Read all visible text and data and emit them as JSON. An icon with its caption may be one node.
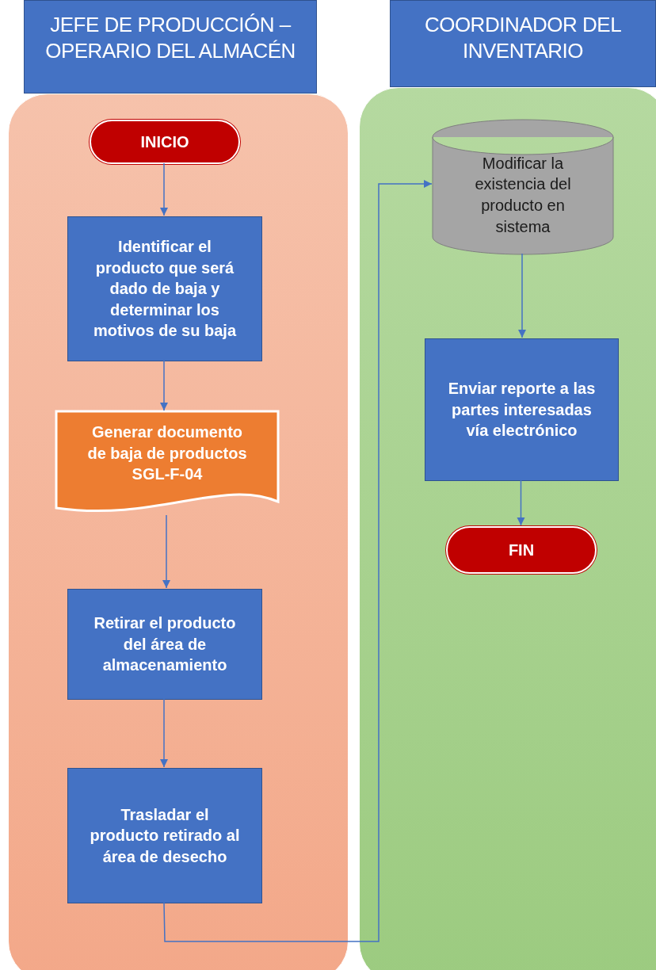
{
  "diagram": {
    "nodes": [
      {
        "text": [
          "JEFE DE PRODUCCIÓN – OPERARIO DEL ALMACÉN"
        ]
      },
      {
        "text": [],
        "shape": "box"
      },
      {
        "text": [
          "INICIO"
        ],
        "in": 1
      },
      {
        "text": [
          "Identificar el producto que será dado de baja y determinar los motivos de su baja"
        ],
        "in": 1
      },
      {
        "text": [
          "Generar documento de baja de productos SGL-F-04"
        ],
        "in": 1
      },
      {
        "text": [
          "Retirar el producto del área de almacenamiento"
        ],
        "in": 1
      },
      {
        "text": [
          "Trasladar el producto retirado al área de desecho"
        ],
        "in": 1
      },
      {
        "text": [
          "COORDINADOR DEL INVENTARIO"
        ]
      },
      {
        "text": [],
        "shape": "box"
      },
      {
        "text": [
          "Modificar la existencia del producto en sistema"
        ],
        "in": 8
      },
      {
        "text": [
          "Enviar reporte a las partes interesadas vía electrónico"
        ],
        "in": 8
      },
      {
        "text": [
          "FIN"
        ],
        "in": 8
      }
    ],
    "edges": [
      {
        "from": 2,
        "to": 3,
        "arrow": "to"
      },
      {
        "from": 3,
        "to": 4,
        "arrow": "to"
      },
      {
        "from": 4,
        "to": 5,
        "arrow": "to"
      },
      {
        "from": 5,
        "to": 6,
        "arrow": "to"
      },
      {
        "from": 6,
        "to": 9,
        "arrow": "to"
      },
      {
        "from": 9,
        "to": 10,
        "arrow": "to"
      },
      {
        "from": 10,
        "to": 11,
        "arrow": "to"
      }
    ]
  }
}
